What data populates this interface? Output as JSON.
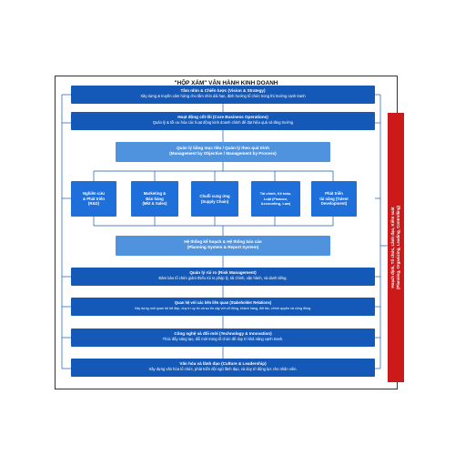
{
  "diagram": {
    "title": "\"HỘP XÁM\" VẬN HÀNH KINH DOANH",
    "vision": {
      "title": "Tầm nhìn & Chiến lược (Vision & Strategy)",
      "desc": "Xây dựng & truyền cảm hứng cho tầm nhìn dài hạn, định hướng tổ chức trong thị trường cạnh tranh"
    },
    "core": {
      "title": "Hoạt động cốt lõi (Core Business Operations)",
      "desc": "Quản lý & tối ưu hóa các hoạt động kinh doanh chính để đạt hiệu quả và tăng trưởng"
    },
    "mbo": {
      "line1": "Quản lý bằng mục tiêu / Quản lý theo quá trình",
      "line2": "(Management by Objective / Management by Process)"
    },
    "departments": [
      {
        "line1": "Nghiên cứu",
        "line2": "& Phát triển",
        "line3": "(R&D)"
      },
      {
        "line1": "Marketing &",
        "line2": "Bán hàng",
        "line3": "(Mkt & Sales)"
      },
      {
        "line1": "Chuỗi cung ứng",
        "line2": "(Supply Chain)",
        "line3": ""
      },
      {
        "line1": "Tài chính, Kế toán,",
        "line2": "Luật (Finance,",
        "line3": "Accounting, Law)"
      },
      {
        "line1": "Phát triển",
        "line2": "tài năng (Talent",
        "line3": "Development)"
      }
    ],
    "planning": {
      "line1": "Hệ thống kế hoạch & Hệ thống báo cáo",
      "line2": "(Planning System & Report System)"
    },
    "risk": {
      "title": "Quản lý rủi ro (Risk Management)",
      "desc": "Đảm bảo tổ chức giảm thiểu rủi ro pháp lý, tài chính, vận hành, và danh tiếng."
    },
    "stakeholder": {
      "title": "Quan hệ với các bên liên quan (Stakeholder Relations)",
      "desc": "Xây dựng mối quan hệ tốt đẹp, duy trì uy tín và sự tin cậy với cổ đông, khách hàng, đối tác, chính quyền và cộng đồng."
    },
    "tech": {
      "title": "Công nghệ và đổi mới (Technology & Innovation)",
      "desc": "Thúc đẩy sáng tạo, đổi mới trong tổ chức để duy trì khả năng cạnh tranh."
    },
    "culture": {
      "title": "Văn hóa và lãnh đạo (Culture & Leadership)",
      "desc": "Xây dựng văn hóa tổ chức, phát triển đội ngũ lãnh đạo, và duy trì động lực cho nhân viên."
    },
    "side": {
      "line1": "Hoạch định, Tổ chức, Lãnh đạo, Kiểm soát",
      "line2": "(Planning, Organizing, Leading, Controlling)"
    }
  },
  "colors": {
    "dark_blue": "#1459b8",
    "mid_blue": "#1e6fd9",
    "light_blue": "#4f93df",
    "red": "#cc1a1a"
  }
}
